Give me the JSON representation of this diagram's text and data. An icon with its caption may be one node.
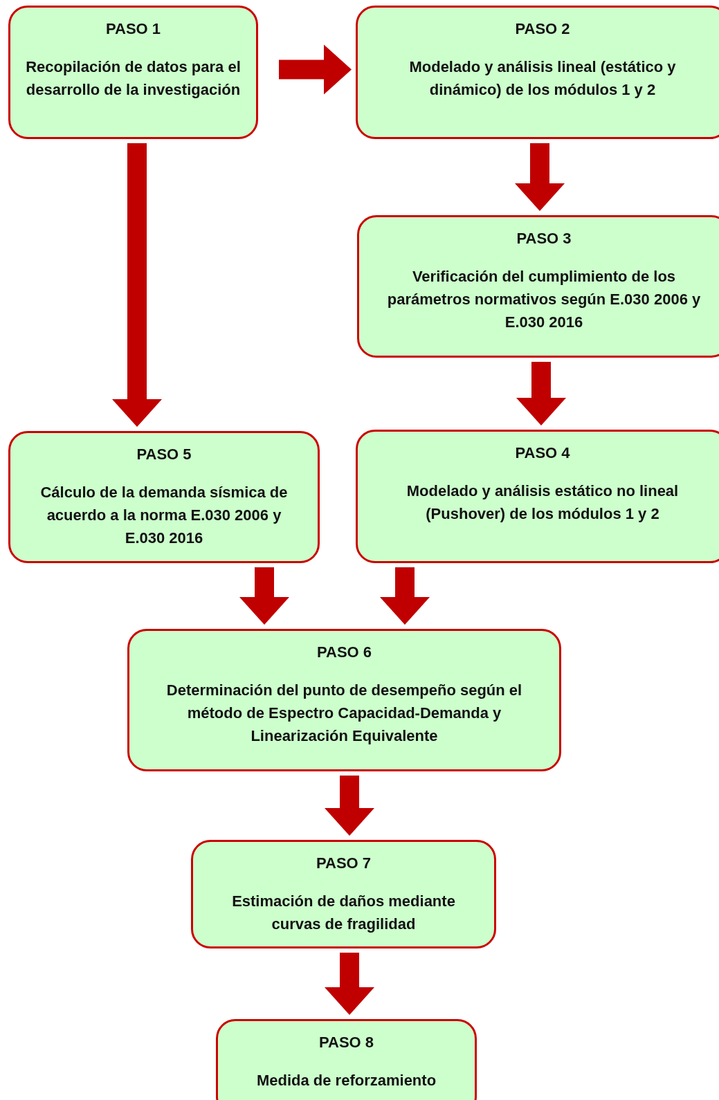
{
  "diagram": {
    "nodes": [
      {
        "text": [
          "PASO 1",
          "Recopilación de datos para el desarrollo de la investigación"
        ]
      },
      {
        "text": [
          "PASO 2",
          "Modelado y análisis lineal (estático y dinámico) de los módulos 1 y 2"
        ]
      },
      {
        "text": [
          "PASO 3",
          "Verificación del cumplimiento de los parámetros normativos según E.030 2006 y E.030 2016"
        ]
      },
      {
        "text": [
          "PASO 5",
          "Cálculo de la demanda sísmica de acuerdo a la norma E.030 2006 y E.030 2016"
        ]
      },
      {
        "text": [
          "PASO 4",
          "Modelado y análisis estático no lineal (Pushover) de los módulos 1 y 2"
        ]
      },
      {
        "text": [
          "PASO 6",
          "Determinación del punto de desempeño según el método de Espectro Capacidad-Demanda y Linearización Equivalente"
        ]
      },
      {
        "text": [
          "PASO 7",
          "Estimación de daños mediante curvas de fragilidad"
        ]
      },
      {
        "text": [
          "PASO 8",
          "Medida de reforzamiento"
        ]
      }
    ],
    "edges": [
      {
        "from": 0,
        "to": 1,
        "arrow": "to"
      },
      {
        "from": 1,
        "to": 2,
        "arrow": "to"
      },
      {
        "from": 0,
        "to": 3,
        "arrow": "to"
      },
      {
        "from": 2,
        "to": 4,
        "arrow": "to"
      },
      {
        "from": 3,
        "to": 5,
        "arrow": "to"
      },
      {
        "from": 4,
        "to": 5,
        "arrow": "to"
      },
      {
        "from": 5,
        "to": 6,
        "arrow": "to"
      },
      {
        "from": 6,
        "to": 7,
        "arrow": "to"
      }
    ]
  }
}
